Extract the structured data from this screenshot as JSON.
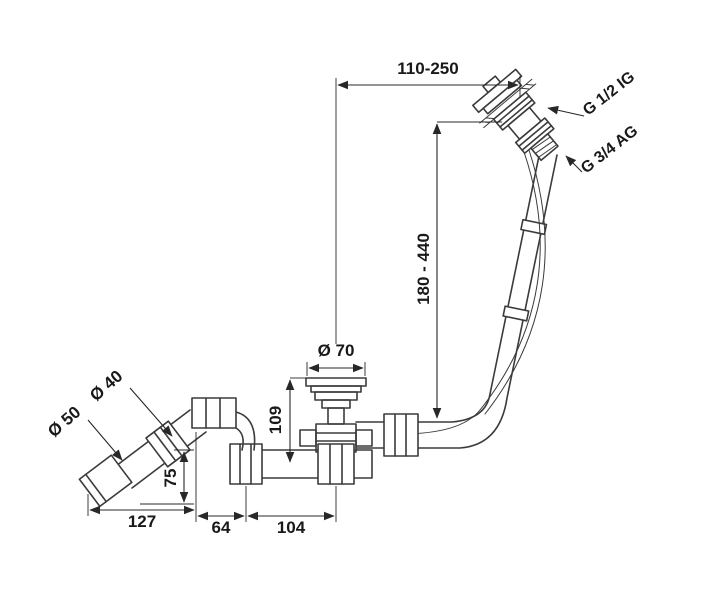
{
  "page": {
    "background": "#ffffff"
  },
  "drawing": {
    "line_color": "#3b3b3b",
    "dimension_color": "#282828"
  },
  "labels": {
    "dim_110_250": "110-250",
    "g_half_ig": "G 1/2 IG",
    "g_three_quarter_ag": "G 3/4 AG",
    "dim_180_440": "180 - 440",
    "dia_70": "Ø 70",
    "dim_109": "109",
    "dia_40": "Ø 40",
    "dia_50": "Ø 50",
    "dim_75": "75",
    "dim_127": "127",
    "dim_64": "64",
    "dim_104": "104"
  }
}
